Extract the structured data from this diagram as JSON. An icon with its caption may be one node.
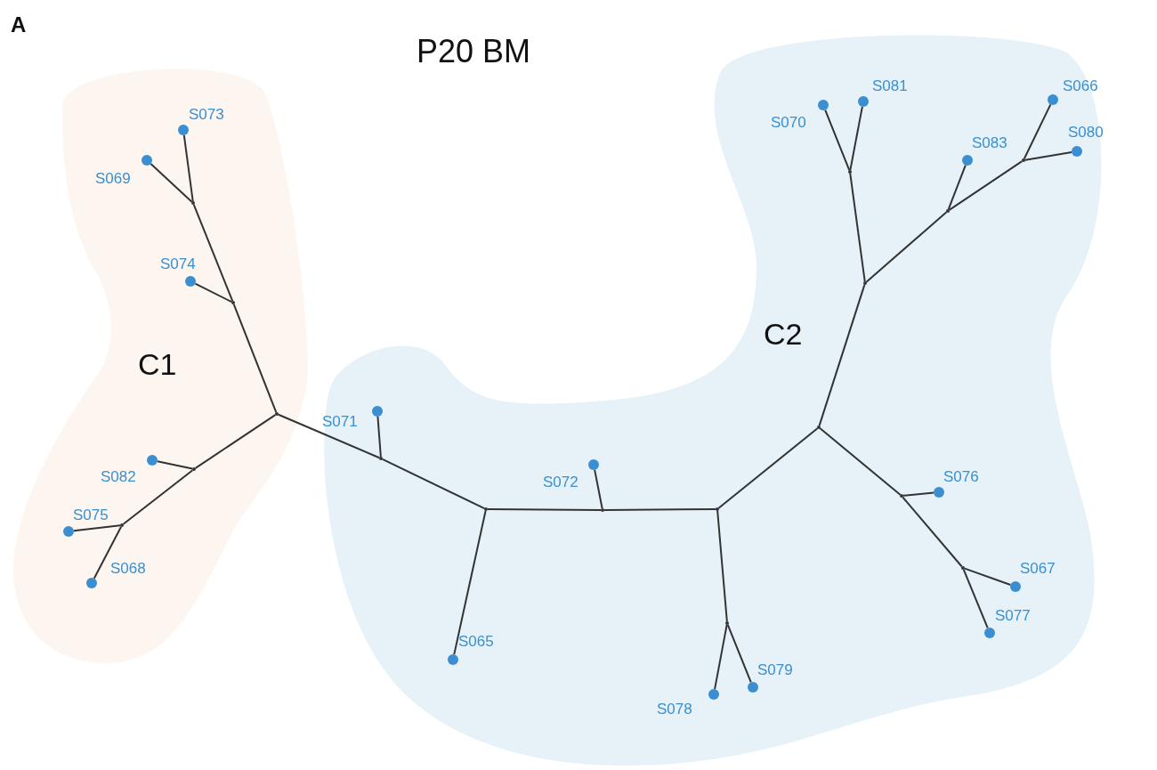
{
  "diagram": {
    "title": "P20 BM",
    "nodes": [
      {
        "text": [
          "C1"
        ]
      },
      {
        "text": [
          "S073"
        ],
        "in": 0
      },
      {
        "text": [
          "S069"
        ],
        "in": 0
      },
      {
        "text": [
          "S074"
        ],
        "in": 0
      },
      {
        "text": [
          "S082"
        ],
        "in": 0
      },
      {
        "text": [
          "S075"
        ],
        "in": 0
      },
      {
        "text": [
          "S068"
        ],
        "in": 0
      },
      {
        "text": [
          "C2"
        ]
      },
      {
        "text": [
          "S070"
        ],
        "in": 7
      },
      {
        "text": [
          "S081"
        ],
        "in": 7
      },
      {
        "text": [
          "S066"
        ],
        "in": 7
      },
      {
        "text": [
          "S083"
        ],
        "in": 7
      },
      {
        "text": [
          "S080"
        ],
        "in": 7
      },
      {
        "text": [
          "S071"
        ],
        "in": 7
      },
      {
        "text": [
          "S072"
        ],
        "in": 7
      },
      {
        "text": [
          "S076"
        ],
        "in": 7
      },
      {
        "text": [
          "S067"
        ],
        "in": 7
      },
      {
        "text": [
          "S077"
        ],
        "in": 7
      },
      {
        "text": [
          "S065"
        ],
        "in": 7
      },
      {
        "text": [
          "S079"
        ],
        "in": 7
      },
      {
        "text": [
          "S078"
        ],
        "in": 7
      },
      {
        "text": [],
        "shape": "dot",
        "in": 0
      },
      {
        "text": [],
        "shape": "dot",
        "in": 0
      },
      {
        "text": [],
        "shape": "dot",
        "in": 0
      },
      {
        "text": [],
        "shape": "dot",
        "in": 0
      },
      {
        "text": [],
        "shape": "dot",
        "in": 0
      },
      {
        "text": [],
        "shape": "dot",
        "in": 7
      },
      {
        "text": [],
        "shape": "dot",
        "in": 7
      },
      {
        "text": [],
        "shape": "dot",
        "in": 7
      },
      {
        "text": [],
        "shape": "dot",
        "in": 7
      },
      {
        "text": [],
        "shape": "dot",
        "in": 7
      },
      {
        "text": [],
        "shape": "dot",
        "in": 7
      },
      {
        "text": [],
        "shape": "dot",
        "in": 7
      },
      {
        "text": [],
        "shape": "dot",
        "in": 7
      },
      {
        "text": [],
        "shape": "dot",
        "in": 7
      },
      {
        "text": [],
        "shape": "dot",
        "in": 7
      },
      {
        "text": [],
        "shape": "dot",
        "in": 7
      },
      {
        "text": [],
        "shape": "dot",
        "in": 7
      }
    ],
    "edges": [
      {
        "from": 21,
        "to": 22,
        "arrow": "none"
      },
      {
        "from": 22,
        "to": 23,
        "arrow": "none"
      },
      {
        "from": 23,
        "to": 1,
        "arrow": "none"
      },
      {
        "from": 23,
        "to": 2,
        "arrow": "none"
      },
      {
        "from": 22,
        "to": 3,
        "arrow": "none"
      },
      {
        "from": 21,
        "to": 24,
        "arrow": "none"
      },
      {
        "from": 24,
        "to": 4,
        "arrow": "none"
      },
      {
        "from": 24,
        "to": 25,
        "arrow": "none"
      },
      {
        "from": 25,
        "to": 5,
        "arrow": "none"
      },
      {
        "from": 25,
        "to": 6,
        "arrow": "none"
      },
      {
        "from": 21,
        "to": 26,
        "arrow": "none"
      },
      {
        "from": 26,
        "to": 13,
        "arrow": "none"
      },
      {
        "from": 26,
        "to": 27,
        "arrow": "none"
      },
      {
        "from": 27,
        "to": 18,
        "arrow": "none"
      },
      {
        "from": 27,
        "to": 28,
        "arrow": "none"
      },
      {
        "from": 28,
        "to": 14,
        "arrow": "none"
      },
      {
        "from": 28,
        "to": 29,
        "arrow": "none"
      },
      {
        "from": 29,
        "to": 30,
        "arrow": "none"
      },
      {
        "from": 30,
        "to": 20,
        "arrow": "none"
      },
      {
        "from": 30,
        "to": 19,
        "arrow": "none"
      },
      {
        "from": 29,
        "to": 31,
        "arrow": "none"
      },
      {
        "from": 31,
        "to": 32,
        "arrow": "none"
      },
      {
        "from": 32,
        "to": 15,
        "arrow": "none"
      },
      {
        "from": 32,
        "to": 33,
        "arrow": "none"
      },
      {
        "from": 33,
        "to": 16,
        "arrow": "none"
      },
      {
        "from": 33,
        "to": 17,
        "arrow": "none"
      },
      {
        "from": 31,
        "to": 34,
        "arrow": "none"
      },
      {
        "from": 34,
        "to": 35,
        "arrow": "none"
      },
      {
        "from": 35,
        "to": 8,
        "arrow": "none"
      },
      {
        "from": 35,
        "to": 9,
        "arrow": "none"
      },
      {
        "from": 34,
        "to": 36,
        "arrow": "none"
      },
      {
        "from": 36,
        "to": 11,
        "arrow": "none"
      },
      {
        "from": 36,
        "to": 37,
        "arrow": "none"
      },
      {
        "from": 37,
        "to": 10,
        "arrow": "none"
      },
      {
        "from": 37,
        "to": 12,
        "arrow": "none"
      }
    ],
    "labels": [
      "A"
    ]
  }
}
